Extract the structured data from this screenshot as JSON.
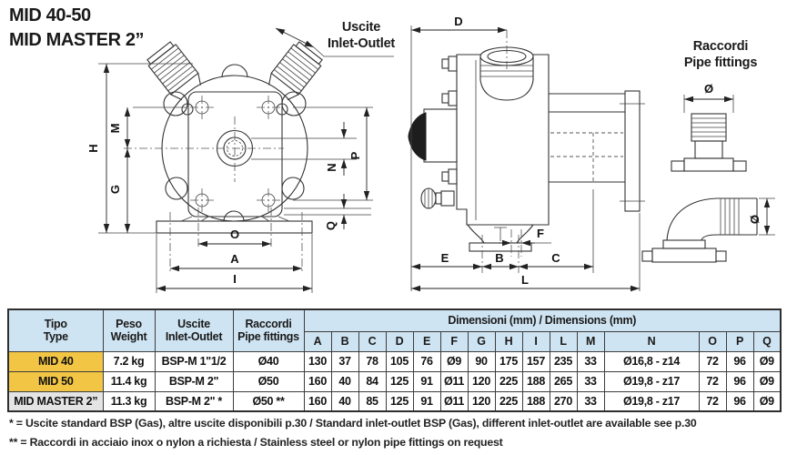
{
  "title": {
    "line1": "MID 40-50",
    "line2": "MID MASTER 2”"
  },
  "annotations": {
    "inlet_outlet_line1": "Uscite",
    "inlet_outlet_line2": "Inlet-Outlet",
    "pipe_fittings_line1": "Raccordi",
    "pipe_fittings_line2": "Pipe fittings",
    "fitting_diameter_top": "Ø",
    "fitting_diameter_side": "Ø"
  },
  "drawing_dims": {
    "front": {
      "H": "H",
      "M": "M",
      "G": "G",
      "N": "N",
      "P": "P",
      "Q": "Q",
      "O": "O",
      "A": "A",
      "I": "I"
    },
    "side": {
      "D": "D",
      "E": "E",
      "B": "B",
      "C": "C",
      "F": "F",
      "L": "L"
    }
  },
  "table": {
    "headers": {
      "tipo_l1": "Tipo",
      "tipo_l2": "Type",
      "peso_l1": "Peso",
      "peso_l2": "Weight",
      "uscite_l1": "Uscite",
      "uscite_l2": "Inlet-Outlet",
      "raccordi_l1": "Raccordi",
      "raccordi_l2": "Pipe fittings",
      "dimensioni": "Dimensioni (mm) / Dimensions (mm)"
    },
    "dim_columns": [
      "A",
      "B",
      "C",
      "D",
      "E",
      "F",
      "G",
      "H",
      "I",
      "L",
      "M",
      "N",
      "O",
      "P",
      "Q"
    ],
    "rows": [
      {
        "type": "MID 40",
        "style": "yellow",
        "weight": "7.2 kg",
        "inlet_outlet": "BSP-M 1\"1/2",
        "pipe_fitting": "Ø40",
        "dims": [
          "130",
          "37",
          "78",
          "105",
          "76",
          "Ø9",
          "90",
          "175",
          "157",
          "235",
          "33",
          "Ø16,8 - z14",
          "72",
          "96",
          "Ø9"
        ]
      },
      {
        "type": "MID 50",
        "style": "yellow",
        "weight": "11.4 kg",
        "inlet_outlet": "BSP-M 2\"",
        "pipe_fitting": "Ø50",
        "dims": [
          "160",
          "40",
          "84",
          "125",
          "91",
          "Ø11",
          "120",
          "225",
          "188",
          "265",
          "33",
          "Ø19,8 - z17",
          "72",
          "96",
          "Ø9"
        ]
      },
      {
        "type": "MID MASTER 2”",
        "style": "gray",
        "weight": "11.3 kg",
        "inlet_outlet": "BSP-M 2\" *",
        "pipe_fitting": "Ø50 **",
        "dims": [
          "160",
          "40",
          "85",
          "125",
          "91",
          "Ø11",
          "120",
          "225",
          "188",
          "270",
          "33",
          "Ø19,8 - z17",
          "72",
          "96",
          "Ø9"
        ]
      }
    ]
  },
  "footnotes": [
    "* = Uscite standard BSP (Gas), altre uscite disponibili p.30 / Standard inlet-outlet BSP (Gas), different inlet-outlet are available see p.30",
    "** = Raccordi in acciaio inox o nylon a richiesta / Stainless steel or nylon pipe fittings on request"
  ],
  "colors": {
    "table_header_bg": "#cfe4f2",
    "row_label_yellow": "#f3c545",
    "row_label_gray": "#e4e4e4",
    "table_border": "#3d3d3d",
    "drawing_line": "#333333"
  }
}
